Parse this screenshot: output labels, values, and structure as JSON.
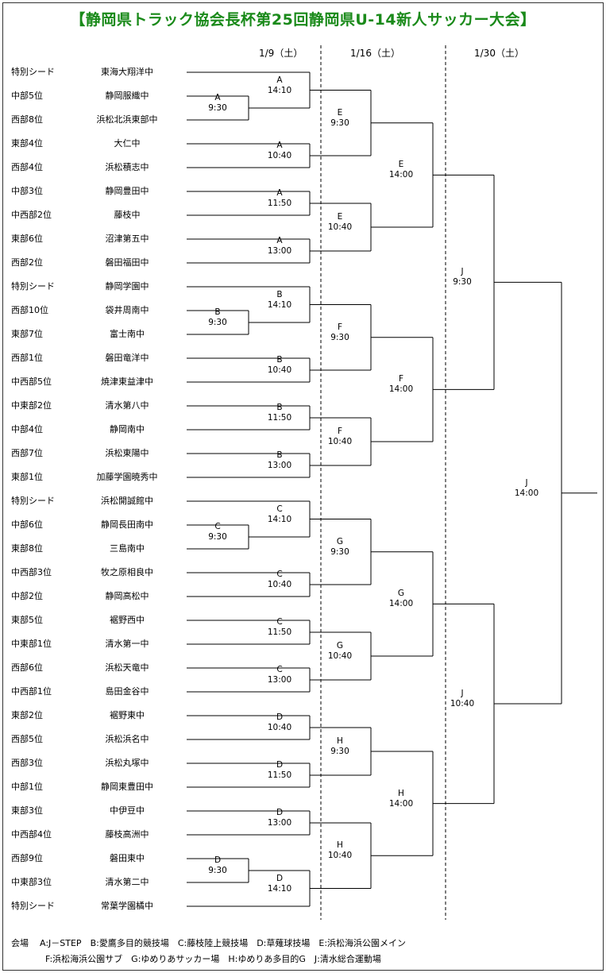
{
  "title": "【静岡県トラック協会長杯第25回静岡県U-14新人サッカー大会】",
  "dates": [
    "1/9（土）",
    "1/16（土）",
    "1/30（土）"
  ],
  "teams": [
    {
      "seed": "特別シード",
      "name": "東海大翔洋中"
    },
    {
      "seed": "中部5位",
      "name": "静岡服織中"
    },
    {
      "seed": "西部8位",
      "name": "浜松北浜東部中"
    },
    {
      "seed": "東部4位",
      "name": "大仁中"
    },
    {
      "seed": "西部4位",
      "name": "浜松積志中"
    },
    {
      "seed": "中部3位",
      "name": "静岡豊田中"
    },
    {
      "seed": "中西部2位",
      "name": "藤枝中"
    },
    {
      "seed": "東部6位",
      "name": "沼津第五中"
    },
    {
      "seed": "西部2位",
      "name": "磐田福田中"
    },
    {
      "seed": "特別シード",
      "name": "静岡学園中"
    },
    {
      "seed": "西部10位",
      "name": "袋井周南中"
    },
    {
      "seed": "東部7位",
      "name": "富士南中"
    },
    {
      "seed": "西部1位",
      "name": "磐田竜洋中"
    },
    {
      "seed": "中西部5位",
      "name": "焼津東益津中"
    },
    {
      "seed": "中東部2位",
      "name": "清水第八中"
    },
    {
      "seed": "中部4位",
      "name": "静岡南中"
    },
    {
      "seed": "西部7位",
      "name": "浜松東陽中"
    },
    {
      "seed": "東部1位",
      "name": "加藤学園暁秀中"
    },
    {
      "seed": "特別シード",
      "name": "浜松開誠館中"
    },
    {
      "seed": "中部6位",
      "name": "静岡長田南中"
    },
    {
      "seed": "東部8位",
      "name": "三島南中"
    },
    {
      "seed": "中西部3位",
      "name": "牧之原相良中"
    },
    {
      "seed": "中部2位",
      "name": "静岡高松中"
    },
    {
      "seed": "東部5位",
      "name": "裾野西中"
    },
    {
      "seed": "中東部1位",
      "name": "清水第一中"
    },
    {
      "seed": "西部6位",
      "name": "浜松天竜中"
    },
    {
      "seed": "中西部1位",
      "name": "島田金谷中"
    },
    {
      "seed": "東部2位",
      "name": "裾野東中"
    },
    {
      "seed": "西部5位",
      "name": "浜松浜名中"
    },
    {
      "seed": "西部3位",
      "name": "浜松丸塚中"
    },
    {
      "seed": "中部1位",
      "name": "静岡東豊田中"
    },
    {
      "seed": "東部3位",
      "name": "中伊豆中"
    },
    {
      "seed": "中西部4位",
      "name": "藤枝高洲中"
    },
    {
      "seed": "西部9位",
      "name": "磐田東中"
    },
    {
      "seed": "中東部3位",
      "name": "清水第二中"
    },
    {
      "seed": "特別シード",
      "name": "常葉学園橘中"
    }
  ],
  "round1_matches": [
    {
      "venue": "A",
      "time": "9:30"
    },
    {
      "venue": "B",
      "time": "9:30"
    },
    {
      "venue": "C",
      "time": "9:30"
    },
    {
      "venue": "D",
      "time": "9:30"
    }
  ],
  "round2_matches": [
    {
      "venue": "A",
      "time": "14:10"
    },
    {
      "venue": "A",
      "time": "10:40"
    },
    {
      "venue": "A",
      "time": "11:50"
    },
    {
      "venue": "A",
      "time": "13:00"
    },
    {
      "venue": "B",
      "time": "14:10"
    },
    {
      "venue": "B",
      "time": "10:40"
    },
    {
      "venue": "B",
      "time": "11:50"
    },
    {
      "venue": "B",
      "time": "13:00"
    },
    {
      "venue": "C",
      "time": "14:10"
    },
    {
      "venue": "C",
      "time": "10:40"
    },
    {
      "venue": "C",
      "time": "11:50"
    },
    {
      "venue": "C",
      "time": "13:00"
    },
    {
      "venue": "D",
      "time": "10:40"
    },
    {
      "venue": "D",
      "time": "11:50"
    },
    {
      "venue": "D",
      "time": "13:00"
    },
    {
      "venue": "D",
      "time": "14:10"
    }
  ],
  "round3_matches": [
    {
      "venue": "E",
      "time": "9:30"
    },
    {
      "venue": "E",
      "time": "10:40"
    },
    {
      "venue": "F",
      "time": "9:30"
    },
    {
      "venue": "F",
      "time": "10:40"
    },
    {
      "venue": "G",
      "time": "9:30"
    },
    {
      "venue": "G",
      "time": "10:40"
    },
    {
      "venue": "H",
      "time": "9:30"
    },
    {
      "venue": "H",
      "time": "10:40"
    }
  ],
  "round4_matches": [
    {
      "venue": "E",
      "time": "14:00"
    },
    {
      "venue": "F",
      "time": "14:00"
    },
    {
      "venue": "G",
      "time": "14:00"
    },
    {
      "venue": "H",
      "time": "14:00"
    }
  ],
  "round5_matches": [
    {
      "venue": "J",
      "time": "9:30"
    },
    {
      "venue": "J",
      "time": "10:40"
    }
  ],
  "final_match": {
    "venue": "J",
    "time": "14:00"
  },
  "legend": {
    "label": "会場",
    "line1": "A:J－STEP　B:愛鷹多目的競技場　C:藤枝陸上競技場　D:草薙球技場　E:浜松海浜公園メイン",
    "line2": "F:浜松海浜公園サブ　G:ゆめりあサッカー場　H:ゆめりあ多目的G　J:清水総合運動場"
  }
}
